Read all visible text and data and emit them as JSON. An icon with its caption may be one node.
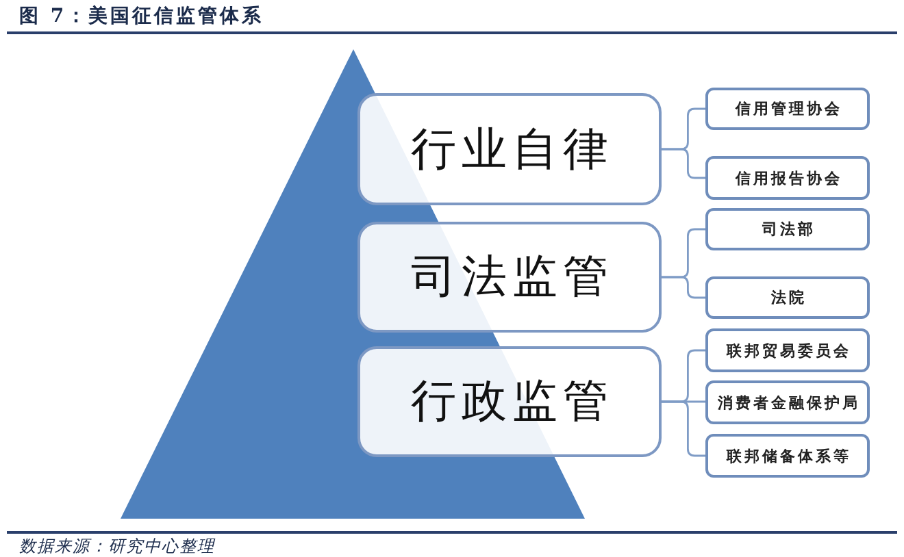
{
  "diagram": {
    "title": "图 7：美国征信监管体系",
    "caption": "数据来源：研究中心整理",
    "nodes": [
      {
        "text": [
          "行业自律"
        ]
      },
      {
        "text": [
          "司法监管"
        ]
      },
      {
        "text": [
          "行政监管"
        ]
      },
      {
        "text": [
          "信用管理协会"
        ]
      },
      {
        "text": [
          "信用报告协会"
        ]
      },
      {
        "text": [
          "司法部"
        ]
      },
      {
        "text": [
          "法院"
        ]
      },
      {
        "text": [
          "联邦贸易委员会"
        ]
      },
      {
        "text": [
          "消费者金融保护局"
        ]
      },
      {
        "text": [
          "联邦储备体系等"
        ]
      }
    ],
    "edges": [
      {
        "from": 0,
        "to": 3,
        "arrow": "none"
      },
      {
        "from": 0,
        "to": 4,
        "arrow": "none"
      },
      {
        "from": 1,
        "to": 5,
        "arrow": "none"
      },
      {
        "from": 1,
        "to": 6,
        "arrow": "none"
      },
      {
        "from": 2,
        "to": 7,
        "arrow": "none"
      },
      {
        "from": 2,
        "to": 8,
        "arrow": "none"
      },
      {
        "from": 2,
        "to": 9,
        "arrow": "none"
      }
    ]
  }
}
